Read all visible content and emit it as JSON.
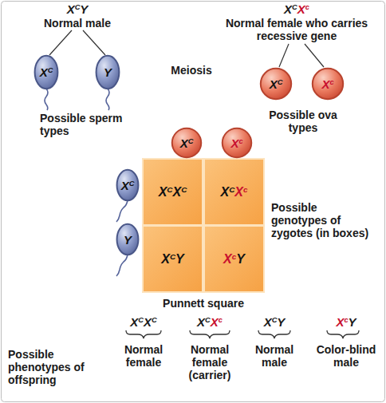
{
  "diagram": {
    "nodes": [
      {
        "text": [
          "XC"
        ]
      },
      {
        "text": [
          "Y"
        ]
      },
      {
        "text": [
          "XC"
        ]
      },
      {
        "text": [
          "Xc"
        ]
      },
      {
        "text": [
          "XC"
        ]
      },
      {
        "text": [
          "Xc"
        ]
      },
      {
        "text": [
          "XC"
        ]
      },
      {
        "text": [
          "XCXC"
        ]
      },
      {
        "text": [
          "XCXc"
        ]
      },
      {
        "text": [
          "Y"
        ]
      },
      {
        "text": [
          "XCY"
        ]
      },
      {
        "text": [
          "XcY"
        ]
      }
    ],
    "labels": [
      "XCY",
      "Normal male",
      "XCXc",
      "Normal female who carries recessive gene",
      "Meiosis",
      "Possible sperm types",
      "Possible ova types",
      "Possible genotypes of zygotes (in boxes)",
      "Punnett square",
      "XCXC",
      "XCXc",
      "XCY",
      "XcY",
      "Normal female",
      "Normal female (carrier)",
      "Normal male",
      "Color-blind male",
      "Possible phenotypes of offspring"
    ]
  }
}
